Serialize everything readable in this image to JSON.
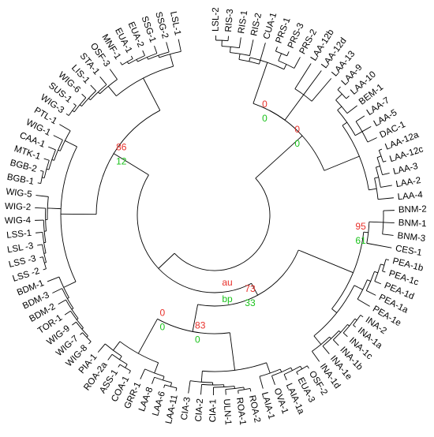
{
  "tree": {
    "leaves": [
      "LSL-2",
      "RIS-3",
      "RIS-1",
      "RIS-2",
      "CUA-1",
      "PRS-1",
      "PRS-3",
      "PRS-2",
      "LAA-12b",
      "LAA-12d",
      "LAA-13",
      "LAA-9",
      "LAA-10",
      "BEM-1",
      "LAA-7",
      "LAA-5",
      "DAC-1",
      "LAA-12a",
      "LAA-12c",
      "LAA-3",
      "LAA-2",
      "LAA-4",
      "BNM-2",
      "BNM-1",
      "BNM-3",
      "CES-1",
      "PEA-1b",
      "PEA-1c",
      "PEA-1d",
      "PEA-1a",
      "PEA-1e",
      "INA-2",
      "INA-1a",
      "INA-1c",
      "INA-1b",
      "INA-1e",
      "INA-1d",
      "OSF-2",
      "EUA-3",
      "LAIA-1a",
      "OVA-1",
      "LAIA-1",
      "ROA-2",
      "ROA-1",
      "ULN-1",
      "CIA-1",
      "CIA-2",
      "CIA-3",
      "LAA-11",
      "LAA-6",
      "LAA-8",
      "GRR-1",
      "COA-1",
      "ASS-1",
      "ROA-2a",
      "PIA-1",
      "WIG-8",
      "WIG-7",
      "WIG-9",
      "TOR-1",
      "BDM-2",
      "BDM-3",
      "BDM-1",
      "LSS -2",
      "LSS -3",
      "LSL -3",
      "LSS-1",
      "WIG-4",
      "WIG-2",
      "WIG-5",
      "BGB-1",
      "BGB-2",
      "MTK-1",
      "CAA-1",
      "WIG-1",
      "PTL-1",
      "WIG-3",
      "SUS-1",
      "WIG-6",
      "LIS-1",
      "STA-1",
      "OSF-3",
      "MNF-1",
      "EUA-1",
      "EUA-2",
      "SSG-1",
      "SSG-2",
      "LSL-1"
    ],
    "support": [
      {
        "node": "n_tl",
        "au": "86",
        "bp": "12"
      },
      {
        "node": "n_top",
        "au": "0",
        "bp": "0"
      },
      {
        "node": "n_rightA",
        "au": "0",
        "bp": "0"
      },
      {
        "node": "n_big",
        "au": "73",
        "bp": "33"
      },
      {
        "node": "n_bnm",
        "au": "95",
        "bp": "61"
      },
      {
        "node": "n_bot",
        "au": "83",
        "bp": "0"
      },
      {
        "node": "n_bl",
        "au": "0",
        "bp": "0"
      }
    ],
    "legend": {
      "au": "au",
      "bp": "bp"
    },
    "colors": {
      "au": "#e8302a",
      "bp": "#19c21a",
      "branch": "#000000",
      "label": "#000000"
    }
  }
}
